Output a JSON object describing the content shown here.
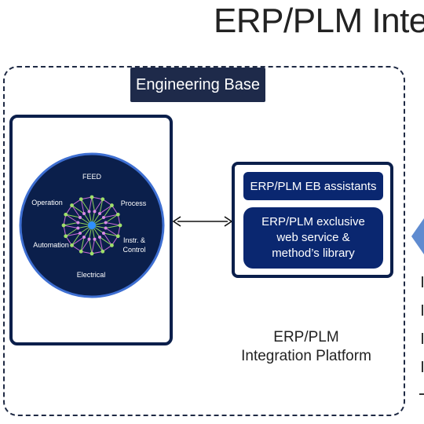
{
  "title": "ERP/PLM Inte",
  "engineering_base_label": "Engineering Base",
  "wheel": {
    "labels": {
      "feed": "FEED",
      "operation": "Operation",
      "process": "Process",
      "automation": "Automation",
      "instr1": "Instr. &",
      "instr2": "Control",
      "electrical": "Electrical"
    }
  },
  "erp_eb_assistants": "ERP/PLM EB assistants",
  "erp_library_lines": [
    "ERP/PLM exclusive",
    "web service &",
    "method’s library"
  ],
  "platform_label_lines": [
    "ERP/PLM",
    "Integration Platform"
  ],
  "colors": {
    "navy": "#0b1f4b",
    "button_blue": "#0a2770",
    "label_bg": "#1e2a4a",
    "arrow_blue": "#5f8bd0"
  }
}
